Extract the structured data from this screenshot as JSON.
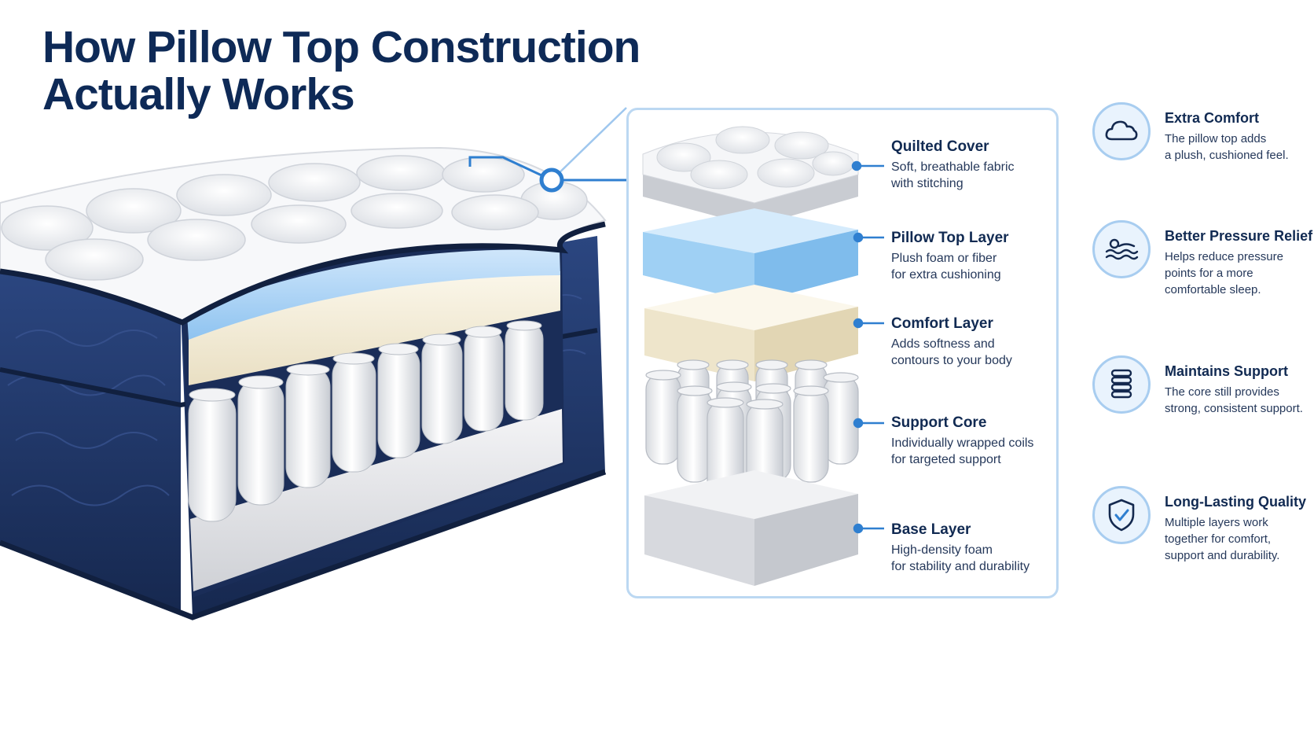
{
  "title": {
    "line1": "How Pillow Top Construction",
    "line2": "Actually Works"
  },
  "layers": [
    {
      "title": "Quilted Cover",
      "desc1": "Soft, breathable fabric",
      "desc2": "with stitching"
    },
    {
      "title": "Pillow Top Layer",
      "desc1": "Plush foam or fiber",
      "desc2": "for extra cushioning"
    },
    {
      "title": "Comfort Layer",
      "desc1": "Adds softness and",
      "desc2": "contours to your body"
    },
    {
      "title": "Support Core",
      "desc1": "Individually wrapped coils",
      "desc2": "for targeted support"
    },
    {
      "title": "Base Layer",
      "desc1": "High-density foam",
      "desc2": "for stability and durability"
    }
  ],
  "benefits": [
    {
      "icon": "cloud-icon",
      "title": "Extra Comfort",
      "desc1": "The pillow top adds",
      "desc2": "a plush, cushioned feel."
    },
    {
      "icon": "sleeper-icon",
      "title": "Better Pressure Relief",
      "desc1": "Helps reduce pressure",
      "desc2": "points for a more",
      "desc3": "comfortable sleep."
    },
    {
      "icon": "coil-spring-icon",
      "title": "Maintains Support",
      "desc1": "The core still provides",
      "desc2": "strong, consistent support."
    },
    {
      "icon": "shield-check-icon",
      "title": "Long-Lasting Quality",
      "desc1": "Multiple layers work",
      "desc2": "together for comfort,",
      "desc3": "support and durability."
    }
  ],
  "colors": {
    "navy": "#0e2a57",
    "accent_blue": "#2f7fd0",
    "panel_border": "#bcd8f2",
    "mattress_side": "#1f3566",
    "pillow_top_foam": "#aad3f5",
    "comfort_foam": "#f3ecd7"
  }
}
